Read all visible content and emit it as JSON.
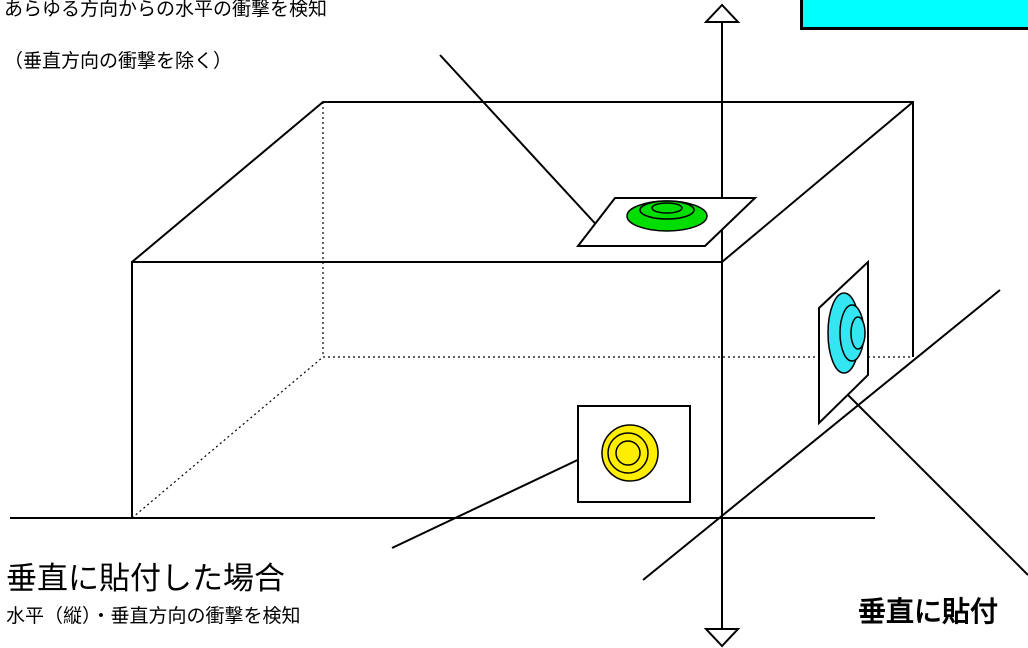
{
  "texts": {
    "top_caption_line1": "あらゆる方向からの水平の衝撃を検知",
    "top_caption_line2": "（垂直方向の衝撃を除く）",
    "vertical_title": "垂直に貼付した場合",
    "vertical_desc": "水平（縦）・垂直方向の衝撃を検知",
    "right_title": "垂直に貼付"
  },
  "colors": {
    "green_sensor": "#00dd00",
    "cyan_sensor": "#33e6f2",
    "yellow_sensor": "#ffee00",
    "cyan_box": "#00ffff"
  },
  "icons": {
    "axis_up": "hollow-triangle-arrow-up",
    "axis_down": "hollow-triangle-arrow-down"
  }
}
